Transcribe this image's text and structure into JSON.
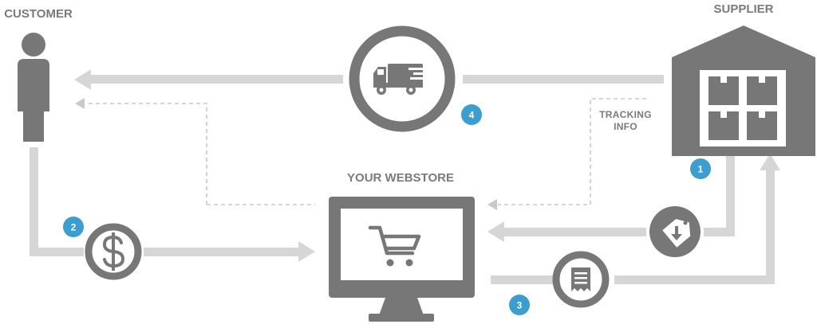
{
  "labels": {
    "customer": "CUSTOMER",
    "supplier": "SUPPLIER",
    "webstore": "YOUR WEBSTORE",
    "tracking_line1": "TRACKING",
    "tracking_line2": "INFO"
  },
  "steps": [
    "1",
    "2",
    "3",
    "4"
  ],
  "icons": {
    "customer": "person-icon",
    "supplier": "warehouse-icon",
    "webstore": "monitor-cart-icon",
    "delivery": "truck-icon",
    "payment": "dollar-icon",
    "order": "tag-download-icon",
    "receipt": "receipt-icon"
  },
  "colors": {
    "icon_dark": "#777777",
    "arrow_light": "#d6d6d6",
    "dashed": "#c9c9c9",
    "badge": "#3a9fd0",
    "text": "#7a7a7a"
  }
}
